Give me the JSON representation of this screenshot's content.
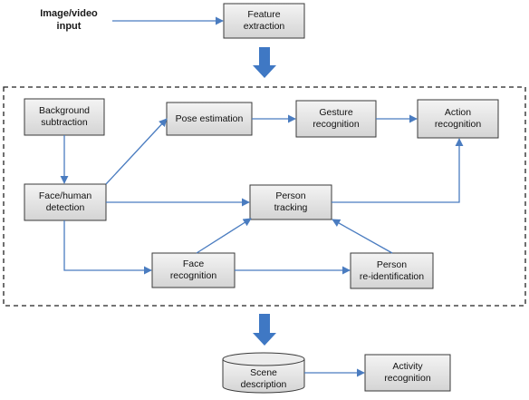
{
  "input": {
    "label": "Image/video\ninput"
  },
  "nodes": {
    "feature_extraction": "Feature\nextraction",
    "background_subtraction": "Background\nsubtraction",
    "pose_estimation": "Pose estimation",
    "gesture_recognition": "Gesture\nrecognition",
    "action_recognition": "Action\nrecognition",
    "face_human_detection": "Face/human\ndetection",
    "person_tracking": "Person\ntracking",
    "face_recognition": "Face\nrecognition",
    "person_reidentification": "Person\nre-identification",
    "scene_description": "Scene\ndescription",
    "activity_recognition": "Activity\nrecognition"
  },
  "colors": {
    "box_fill_top": "#f4f4f4",
    "box_fill_bottom": "#d4d4d4",
    "box_border": "#3a3a3a",
    "arrow": "#4a7cc0",
    "block_arrow": "#3f78c4",
    "dashed_border": "#222222"
  }
}
